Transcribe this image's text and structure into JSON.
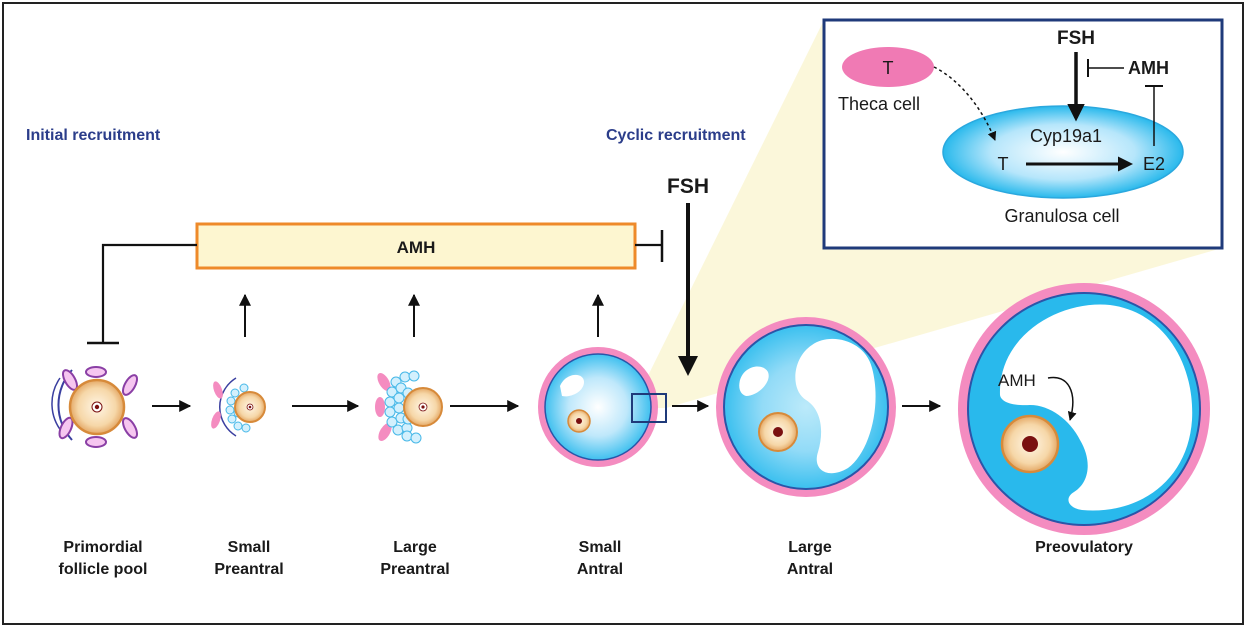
{
  "headings": {
    "initial": "Initial recruitment",
    "cyclic": "Cyclic recruitment"
  },
  "main": {
    "amh_bar": "AMH",
    "fsh": "FSH",
    "amh_preovulatory": "AMH"
  },
  "stages": [
    {
      "line1": "Primordial",
      "line2": "follicle pool"
    },
    {
      "line1": "Small",
      "line2": "Preantral"
    },
    {
      "line1": "Large",
      "line2": "Preantral"
    },
    {
      "line1": "Small",
      "line2": "Antral"
    },
    {
      "line1": "Large",
      "line2": "Antral"
    },
    {
      "line1": "Preovulatory",
      "line2": ""
    }
  ],
  "inset": {
    "fsh": "FSH",
    "amh": "AMH",
    "theca_t": "T",
    "theca_label": "Theca cell",
    "granulosa_t": "T",
    "enzyme": "Cyp19a1",
    "e2": "E2",
    "granulosa_label": "Granulosa cell"
  },
  "colors": {
    "heading": "#2b3d8a",
    "amh_bar_fill": "#fdf6d0",
    "amh_bar_border": "#ee8a2a",
    "granulosa_blue": "#29b9ec",
    "theca_pink": "#f07ab4",
    "inset_border": "#1f3a7a",
    "zoom_wedge": "#fbf6d6"
  }
}
